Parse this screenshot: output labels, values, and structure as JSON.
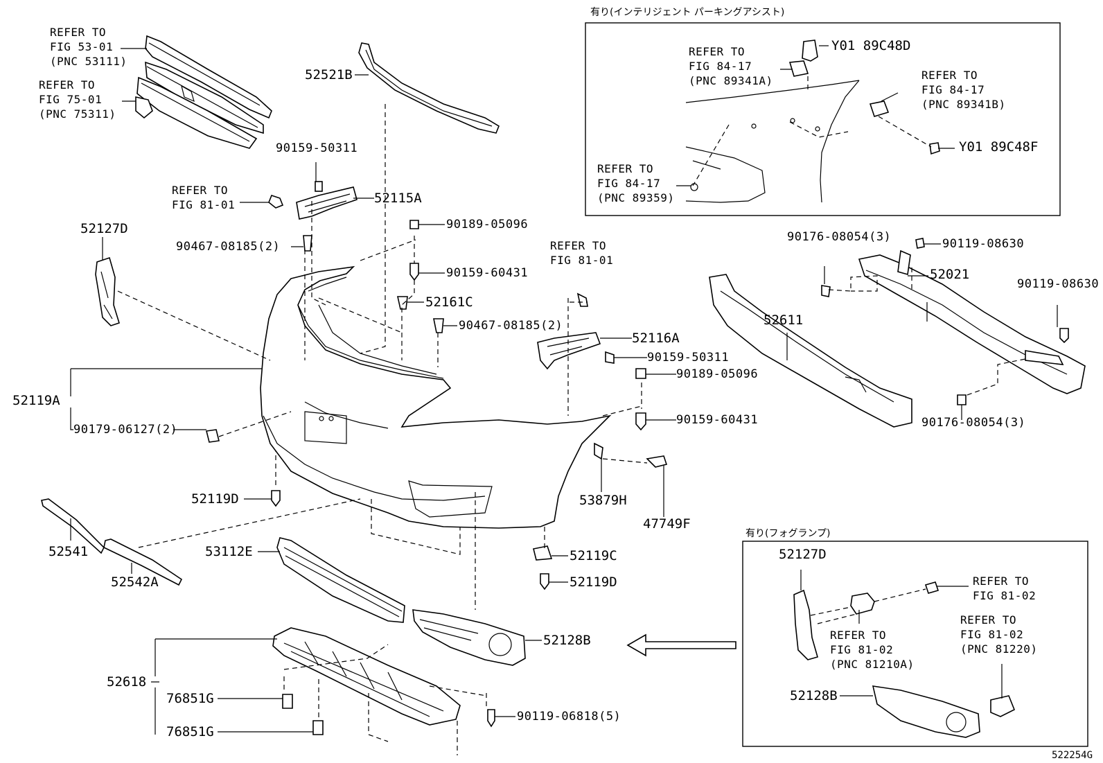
{
  "diagram": {
    "inset_parking_assist": {
      "caption": "有り(インテリジェント パーキングアシスト)",
      "ref_a": "REFER TO\nFIG 84-17\n(PNC 89341A)",
      "ref_b": "REFER TO\nFIG 84-17\n(PNC 89341B)",
      "ref_c": "REFER TO\nFIG 84-17\n(PNC 89359)",
      "part_top": "Y01 89C48D",
      "part_bottom": "Y01 89C48F"
    },
    "inset_fog_lamp": {
      "caption": "有り(フォグランプ)",
      "part_bracket": "52127D",
      "part_cover": "52128B",
      "ref_screw": "REFER TO\nFIG 81-02",
      "ref_lamp": "REFER TO\nFIG 81-02\n(PNC 81210A)",
      "ref_bulb": "REFER TO\nFIG 81-02\n(PNC 81220)"
    },
    "labels": {
      "ref_53": "REFER TO\nFIG 53-01\n(PNC 53111)",
      "ref_75": "REFER TO\nFIG 75-01\n(PNC 75311)",
      "ref_81_left": "REFER TO\nFIG 81-01",
      "ref_81_mid": "REFER TO\nFIG 81-01",
      "p52521B": "52521B",
      "p90159_50311_top": "90159-50311",
      "p52115A": "52115A",
      "p52127D": "52127D",
      "p90467_08185_a": "90467-08185(2)",
      "p90189_05096_a": "90189-05096",
      "p90159_60431_a": "90159-60431",
      "p52161C": "52161C",
      "p90467_08185_b": "90467-08185(2)",
      "p52116A": "52116A",
      "p90159_50311_mid": "90159-50311",
      "p90189_05096_b": "90189-05096",
      "p90159_60431_b": "90159-60431",
      "p52119A": "52119A",
      "p90179_06127": "90179-06127(2)",
      "p52119D_a": "52119D",
      "p53879H": "53879H",
      "p47749F": "47749F",
      "p52541": "52541",
      "p52542A": "52542A",
      "p53112E": "53112E",
      "p52119C": "52119C",
      "p52119D_b": "52119D",
      "p52128B": "52128B",
      "p52618": "52618",
      "p76851G_a": "76851G",
      "p76851G_b": "76851G",
      "p90119_06818": "90119-06818(5)",
      "p90176_08054_a": "90176-08054(3)",
      "p90119_08630_a": "90119-08630",
      "p52021": "52021",
      "p90119_08630_b": "90119-08630",
      "p52611": "52611",
      "p90176_08054_b": "90176-08054(3)"
    },
    "figure_code": "522254G"
  }
}
